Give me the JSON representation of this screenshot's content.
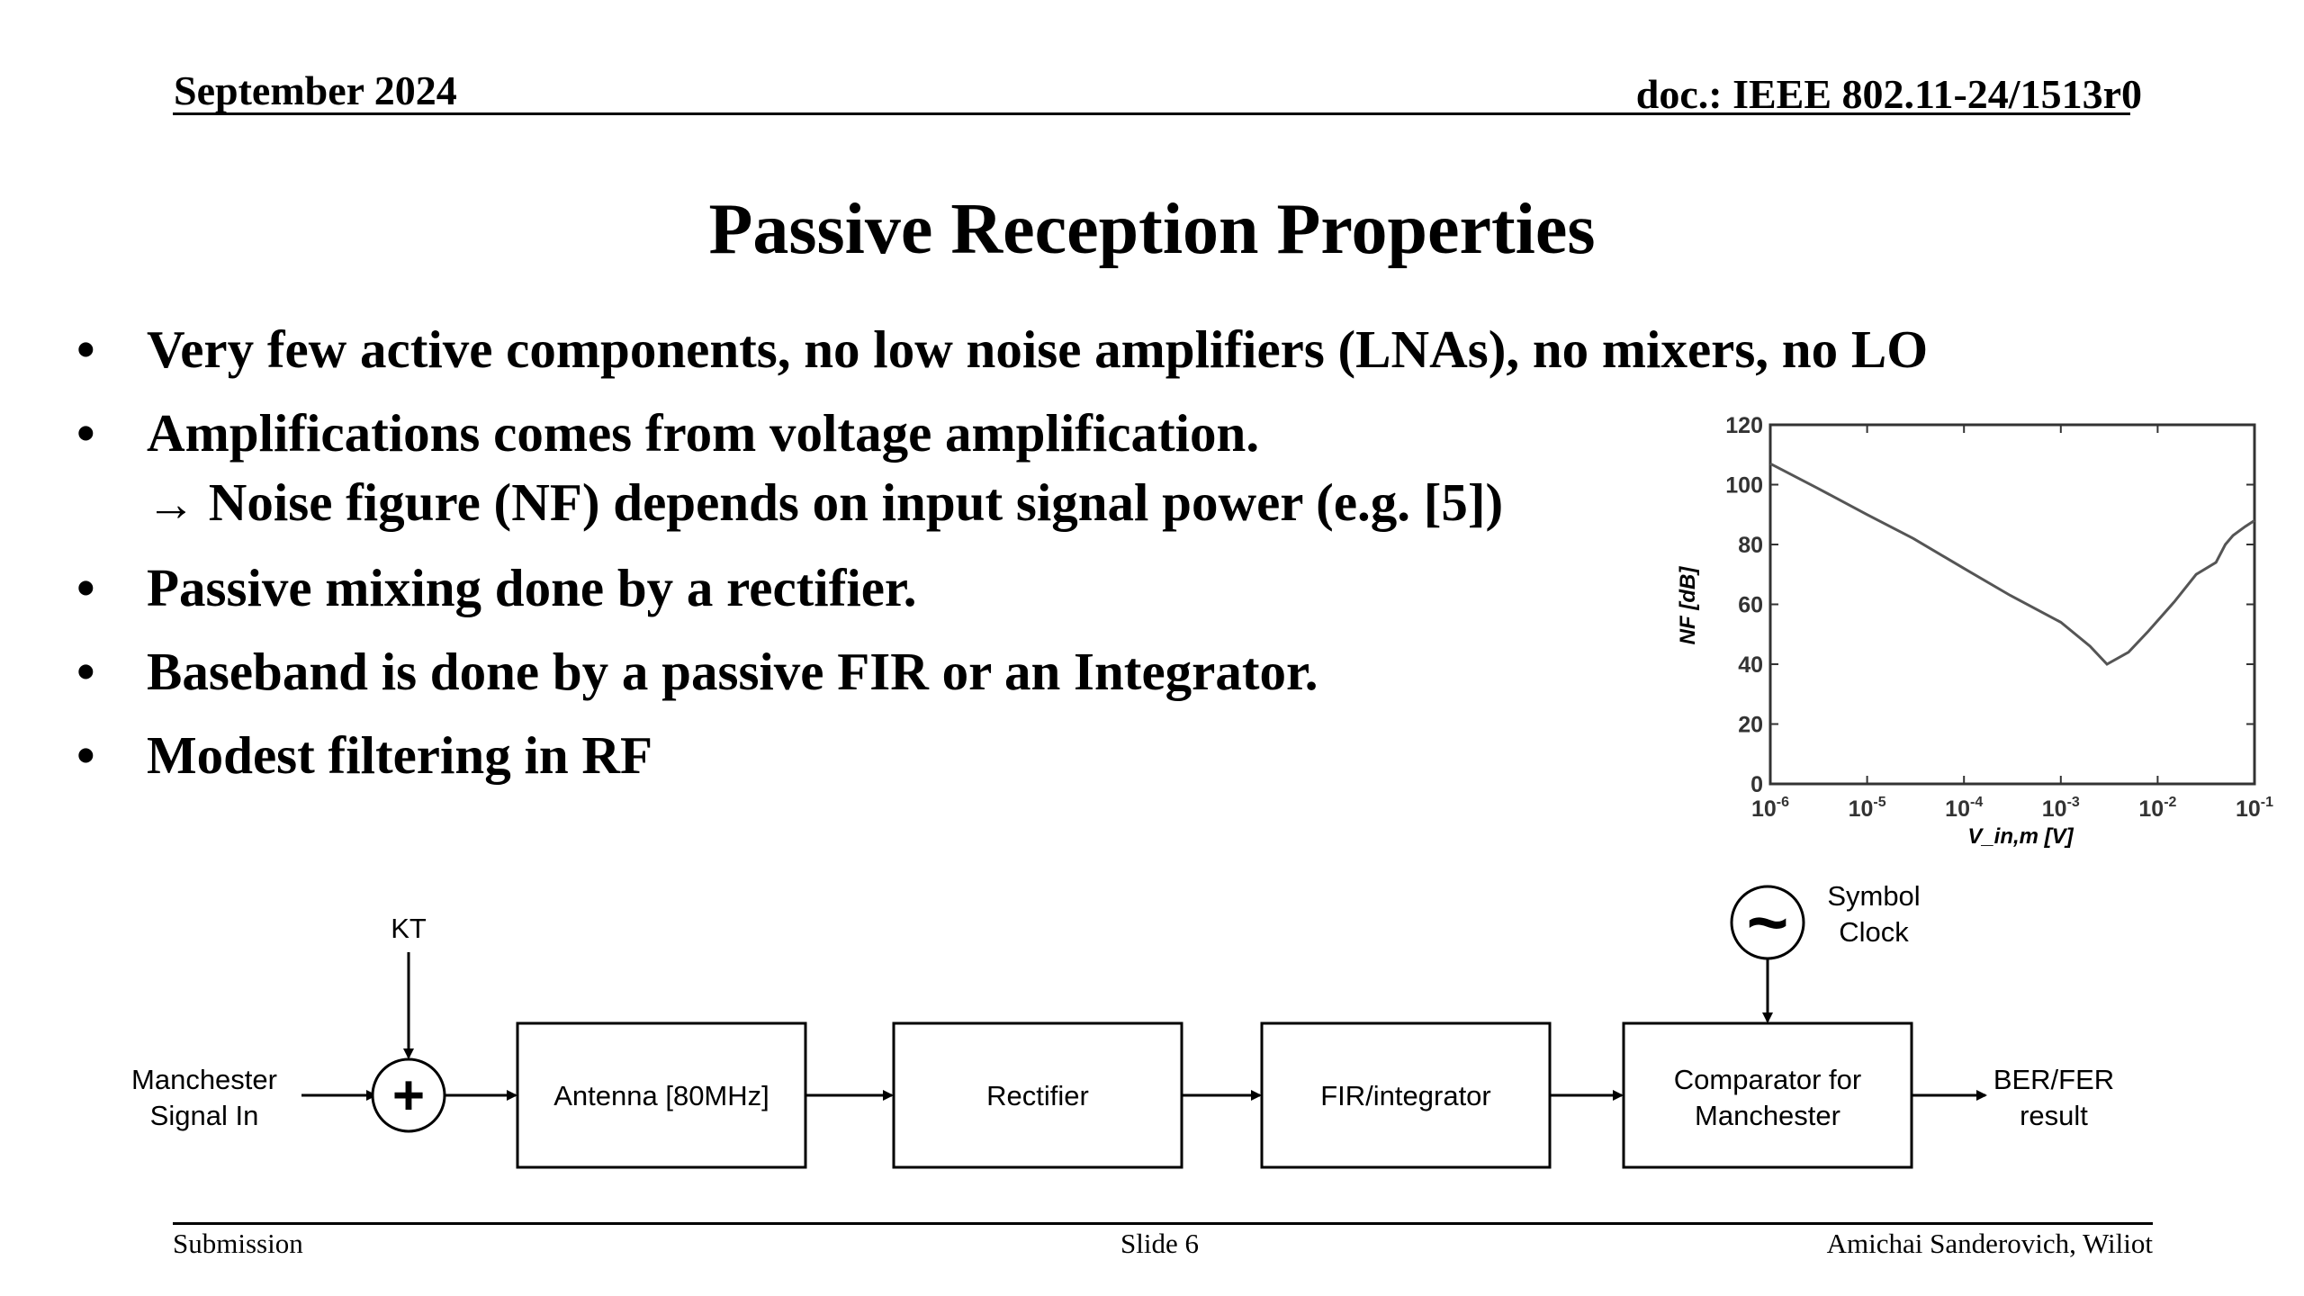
{
  "header": {
    "date": "September 2024",
    "doc": "doc.: IEEE 802.11-24/1513r0"
  },
  "title": "Passive Reception Properties",
  "bullets": [
    {
      "text": "Very few active components, no low noise amplifiers (LNAs), no mixers, no LO"
    },
    {
      "text": "Amplifications comes from voltage amplification.",
      "sub": "Noise figure (NF) depends on input signal power (e.g. [5])"
    },
    {
      "text": "Passive mixing done by a rectifier."
    },
    {
      "text": "Baseband is done by a passive FIR or an Integrator."
    },
    {
      "text": "Modest filtering in RF"
    }
  ],
  "bullet_glyph": "•",
  "arrow_glyph": "→",
  "chart_data": {
    "type": "line",
    "title": "",
    "xlabel": "V_in,m [V]",
    "ylabel": "NF [dB]",
    "xscale": "log",
    "xlim": [
      1e-06,
      0.1
    ],
    "ylim": [
      0,
      120
    ],
    "yticks": [
      0,
      20,
      40,
      60,
      80,
      100,
      120
    ],
    "xticks": [
      1e-06,
      1e-05,
      0.0001,
      0.001,
      0.01,
      0.1
    ],
    "xtick_exponents": [
      "-6",
      "-5",
      "-4",
      "-3",
      "-2",
      "-1"
    ],
    "grid": false,
    "series": [
      {
        "x": [
          1e-06,
          3e-06,
          1e-05,
          3e-05,
          0.0001,
          0.0003,
          0.001,
          0.002,
          0.003,
          0.005,
          0.008,
          0.015,
          0.025,
          0.04,
          0.05,
          0.06,
          0.08,
          0.1
        ],
        "y": [
          107,
          99,
          90,
          82,
          72,
          63,
          54,
          46,
          40,
          44,
          51,
          61,
          70,
          74,
          80,
          83,
          86,
          88
        ]
      }
    ]
  },
  "diagram": {
    "input_label": [
      "Manchester",
      "Signal In"
    ],
    "kt_label": "KT",
    "sum_symbol": "+",
    "blocks": [
      "Antenna [80MHz]",
      "Rectifier",
      "FIR/integrator"
    ],
    "comparator": [
      "Comparator for",
      "Manchester"
    ],
    "clock_symbol": "~",
    "clock_label": [
      "Symbol",
      "Clock"
    ],
    "output_label": [
      "BER/FER",
      "result"
    ]
  },
  "footer": {
    "submission": "Submission",
    "slide": "Slide 6",
    "author": "Amichai Sanderovich, Wiliot"
  }
}
